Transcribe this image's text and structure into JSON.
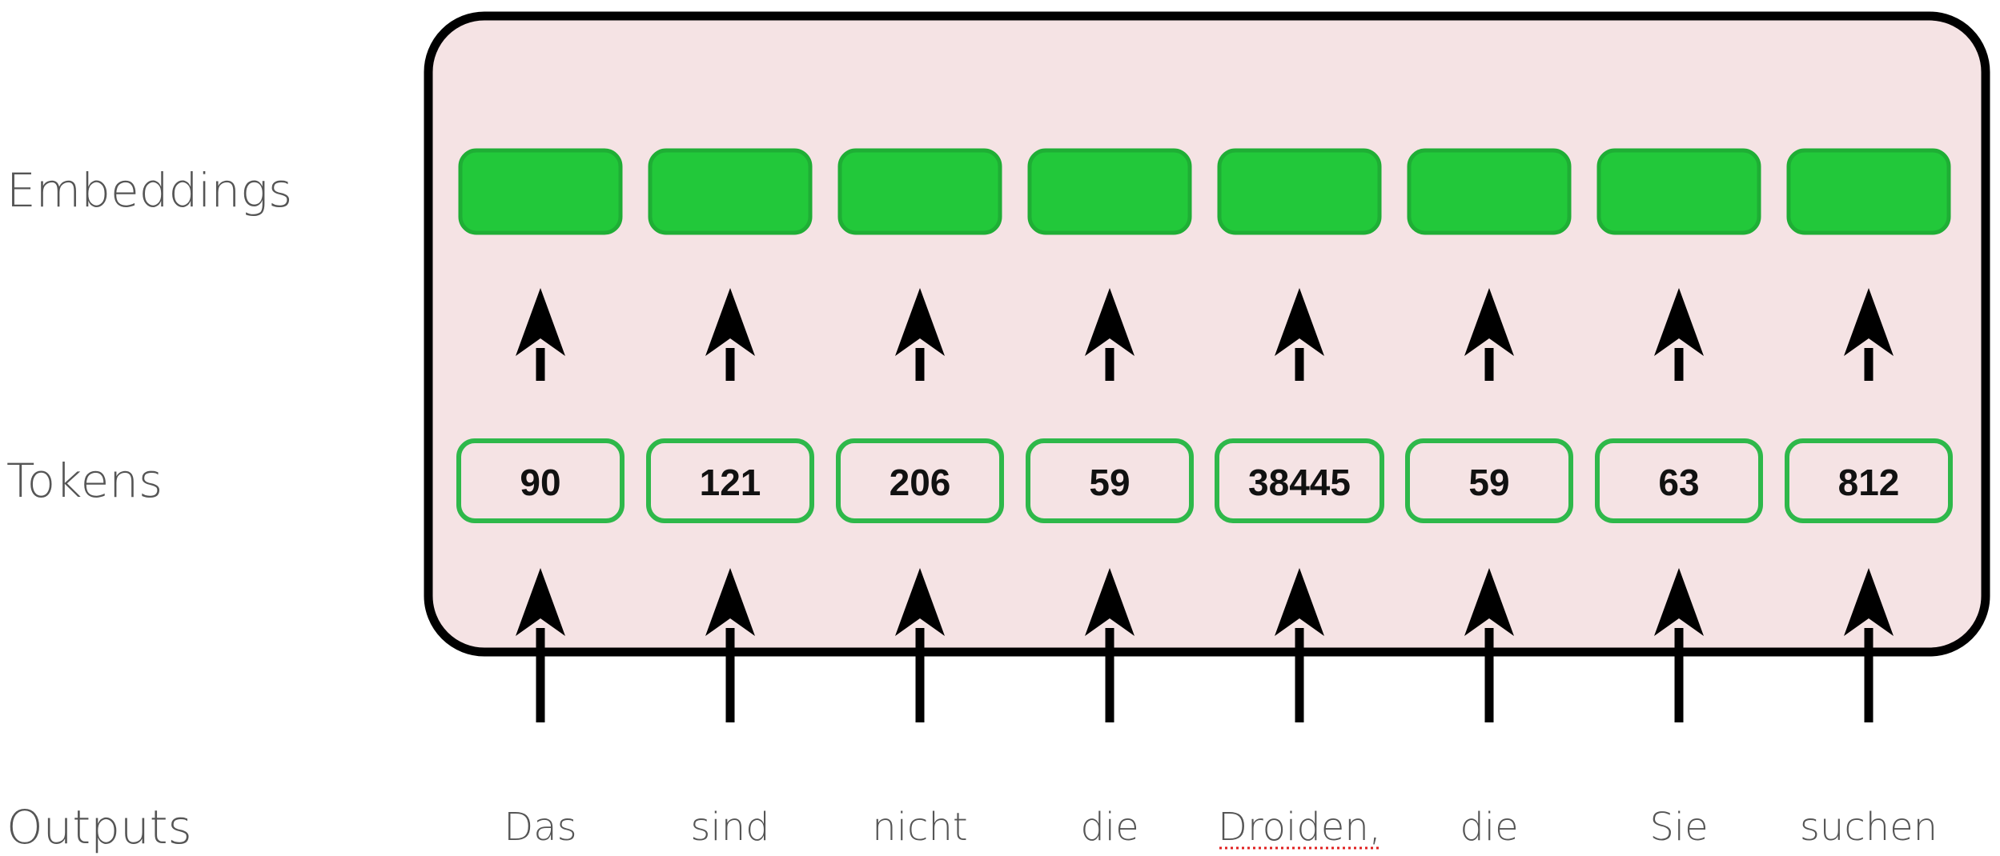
{
  "labels": {
    "embeddings": "Embeddings",
    "tokens": "Tokens",
    "outputs": "Outputs"
  },
  "columns": [
    {
      "token": "90",
      "word": "Das"
    },
    {
      "token": "121",
      "word": "sind"
    },
    {
      "token": "206",
      "word": "nicht"
    },
    {
      "token": "59",
      "word": "die"
    },
    {
      "token": "38445",
      "word": "Droiden,"
    },
    {
      "token": "59",
      "word": "die"
    },
    {
      "token": "63",
      "word": "Sie"
    },
    {
      "token": "812",
      "word": "suchen"
    }
  ],
  "colors": {
    "panel_fill": "#f5e3e4",
    "panel_stroke": "#000000",
    "embedding_fill": "#22c83a",
    "embedding_stroke": "#1fae35",
    "token_stroke": "#2eb84a",
    "arrow": "#000000",
    "spellcheck_underline": "#e02020"
  },
  "spellcheck_word_index": 4
}
